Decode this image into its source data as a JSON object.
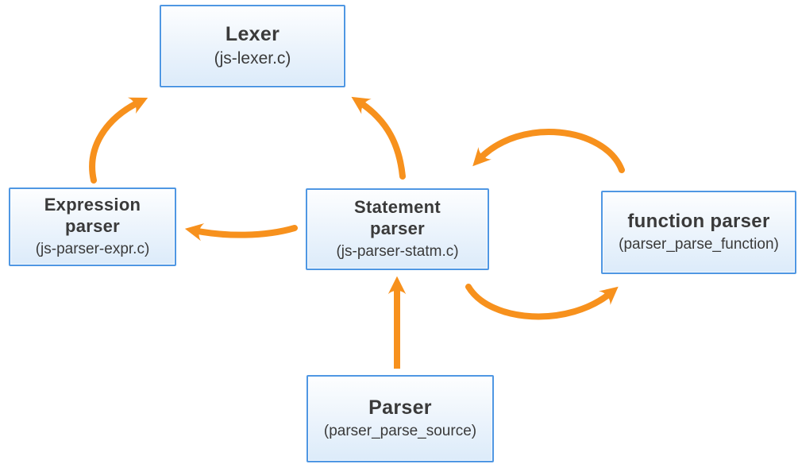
{
  "diagram": {
    "colors": {
      "arrow": "#F7911D",
      "node_border": "#4F97E3",
      "node_fill_top": "#FDFEFF",
      "node_fill_bottom": "#DCEBFA",
      "text": "#3A3A3A"
    },
    "nodes": [
      {
        "id": "lexer",
        "title": "Lexer",
        "subtitle": "(js-lexer.c)"
      },
      {
        "id": "expression-parser",
        "title": "Expression\nparser",
        "subtitle": "(js-parser-expr.c)"
      },
      {
        "id": "statement-parser",
        "title": "Statement\nparser",
        "subtitle": "(js-parser-statm.c)"
      },
      {
        "id": "function-parser",
        "title": "function parser",
        "subtitle": "(parser_parse_function)"
      },
      {
        "id": "parser",
        "title": "Parser",
        "subtitle": "(parser_parse_source)"
      }
    ],
    "edges": [
      {
        "name": "expression-parser-to-lexer",
        "from": "expression-parser",
        "to": "lexer"
      },
      {
        "name": "statement-parser-to-lexer",
        "from": "statement-parser",
        "to": "lexer"
      },
      {
        "name": "statement-parser-to-expression-parser",
        "from": "statement-parser",
        "to": "expression-parser"
      },
      {
        "name": "function-parser-to-statement-parser",
        "from": "function-parser",
        "to": "statement-parser"
      },
      {
        "name": "statement-parser-to-function-parser",
        "from": "statement-parser",
        "to": "function-parser"
      },
      {
        "name": "parser-to-statement-parser",
        "from": "parser",
        "to": "statement-parser"
      }
    ]
  }
}
